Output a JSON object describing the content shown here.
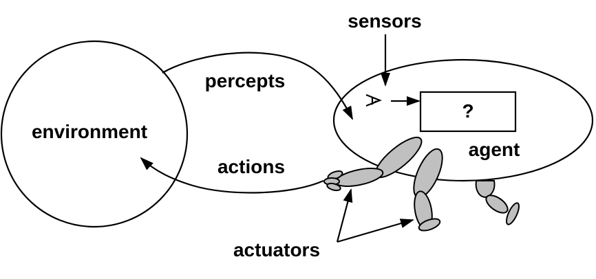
{
  "labels": {
    "environment": "environment",
    "percepts": "percepts",
    "sensors": "sensors",
    "agent": "agent",
    "unknown_box": "?",
    "actions": "actions",
    "actuators": "actuators"
  },
  "colors": {
    "stroke": "#000000",
    "limb_fill": "#c0c0c0",
    "background": "#ffffff"
  }
}
